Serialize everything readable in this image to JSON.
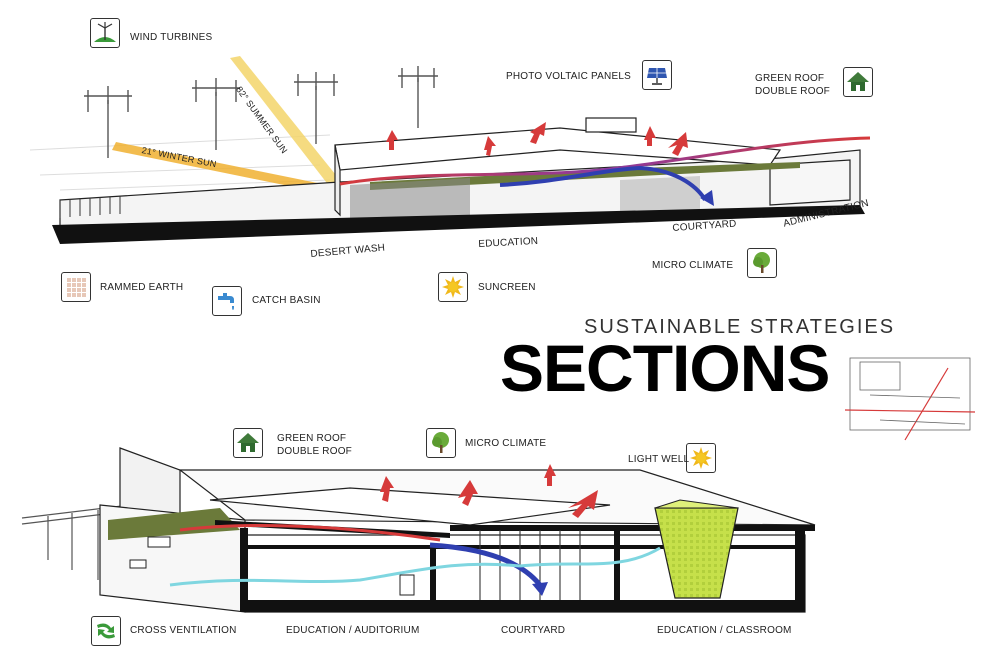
{
  "title": {
    "subtitle": "SUSTAINABLE  STRATEGIES",
    "main": "SECTIONS"
  },
  "top_section": {
    "labels": {
      "wind_turbines": "WIND TURBINES",
      "photovoltaic": "PHOTO VOLTAIC  PANELS",
      "green_roof_1": "GREEN ROOF",
      "green_roof_2": "DOUBLE ROOF",
      "summer_sun": "82° SUMMER SUN",
      "winter_sun": "21° WINTER SUN",
      "desert_wash": "DESERT WASH",
      "education": "EDUCATION",
      "courtyard": "COURTYARD",
      "administration": "ADMINISTRATION",
      "micro_climate": "MICRO CLIMATE",
      "rammed_earth": "RAMMED EARTH",
      "catch_basin": "CATCH BASIN",
      "suncreen": "SUNCREEN"
    },
    "icons": [
      "wind-turbine-icon",
      "solar-panel-icon",
      "house-icon",
      "tree-icon",
      "brick-grid-icon",
      "faucet-icon",
      "sun-icon"
    ]
  },
  "bottom_section": {
    "labels": {
      "green_roof_1": "GREEN ROOF",
      "green_roof_2": "DOUBLE ROOF",
      "micro_climate": "MICRO CLIMATE",
      "light_well": "LIGHT WELL",
      "cross_ventilation": "CROSS VENTILATION",
      "education_auditorium": "EDUCATION / AUDITORIUM",
      "courtyard": "COURTYARD",
      "education_classroom": "EDUCATION / CLASSROOM"
    },
    "icons": [
      "house-icon",
      "tree-icon",
      "sun-icon",
      "cross-ventilation-icon"
    ]
  },
  "colors": {
    "warm_air": "#d63a3a",
    "cool_air": "#2f3fb0",
    "breeze": "#7fd6e0",
    "sun_ray": "#f0b030",
    "green_roof": "#6b7a3a",
    "light_well": "#c6e04a",
    "ink": "#111111"
  }
}
